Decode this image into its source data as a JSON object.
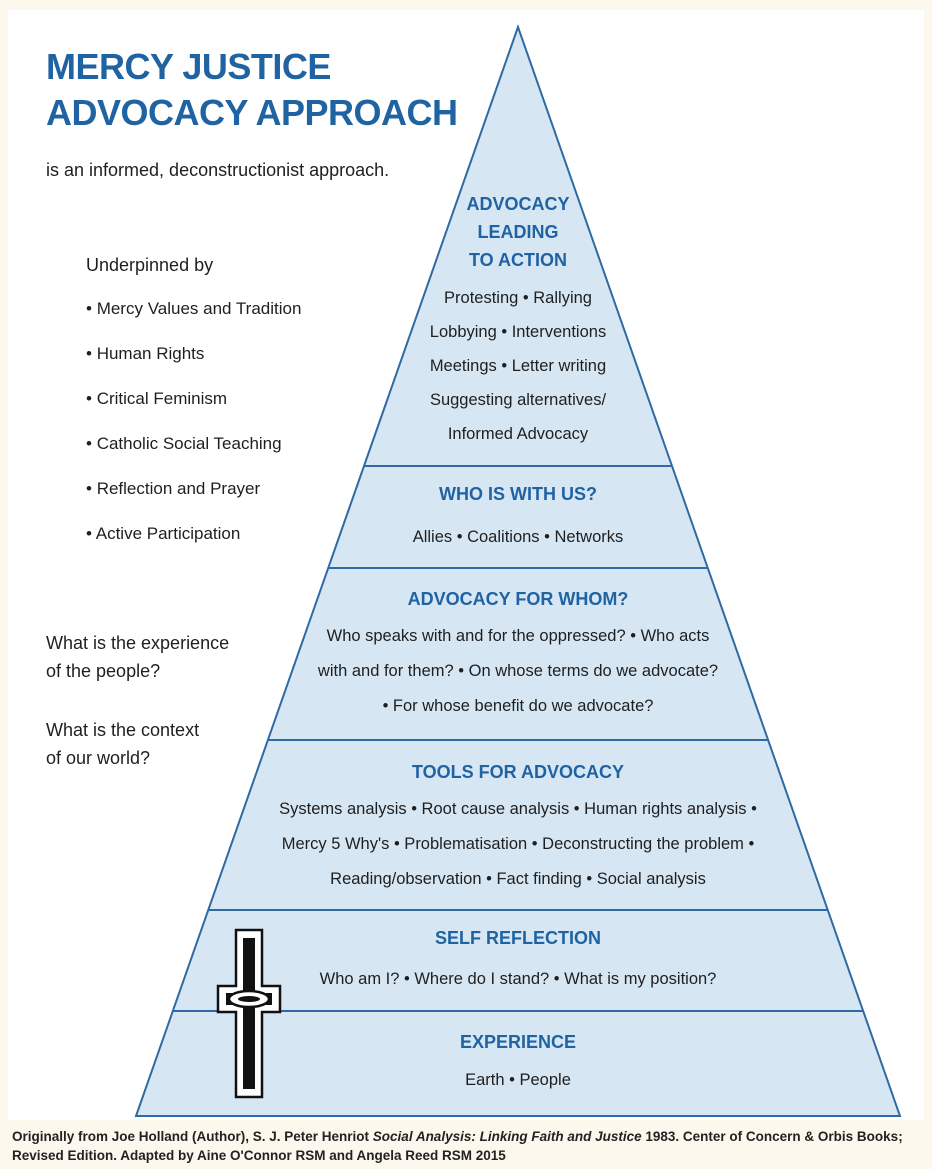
{
  "title": {
    "line1": "MERCY JUSTICE",
    "line2": "ADVOCACY APPROACH",
    "subtitle": "is an informed, deconstructionist approach."
  },
  "underpinned": {
    "heading": "Underpinned by",
    "items": [
      "Mercy Values and Tradition",
      "Human Rights",
      "Critical Feminism",
      "Catholic Social Teaching",
      "Reflection and Prayer",
      "Active Participation"
    ]
  },
  "questions": {
    "q1_line1": "What is the experience",
    "q1_line2": "of the people?",
    "q2_line1": "What is the context",
    "q2_line2": "of our world?"
  },
  "pyramid": {
    "tiers": [
      {
        "heading_lines": [
          "ADVOCACY",
          "LEADING",
          "TO ACTION"
        ],
        "body_lines": [
          "Protesting • Rallying",
          "Lobbying • Interventions",
          "Meetings • Letter writing",
          "Suggesting alternatives/",
          "Informed Advocacy"
        ]
      },
      {
        "heading": "WHO IS WITH US?",
        "body_lines": [
          "Allies • Coalitions • Networks"
        ]
      },
      {
        "heading": "ADVOCACY FOR WHOM?",
        "body_lines": [
          "Who speaks with and for the oppressed? • Who acts",
          "with and for them? • On whose terms do we advocate?",
          "• For whose benefit do we advocate?"
        ]
      },
      {
        "heading": "TOOLS FOR ADVOCACY",
        "body_lines": [
          "Systems analysis • Root cause analysis • Human rights analysis •",
          "Mercy 5 Why's • Problematisation • Deconstructing the problem •",
          "Reading/observation • Fact finding • Social analysis"
        ]
      },
      {
        "heading": "SELF REFLECTION",
        "body_lines": [
          "Who am I? • Where do I stand? • What is my position?"
        ]
      },
      {
        "heading": "EXPERIENCE",
        "body_lines": [
          "Earth • People"
        ]
      }
    ],
    "cross_icon": "mercy-cross-icon"
  },
  "footer": {
    "part1": "Originally from Joe Holland (Author), S. J. Peter Henriot ",
    "book_title": "Social Analysis: Linking Faith and Justice",
    "part2": " 1983. Center of Concern & Orbis Books; Revised Edition. Adapted by Aine O'Connor RSM and Angela Reed RSM 2015"
  },
  "colors": {
    "pyramid_fill": "#d6e6f3",
    "pyramid_stroke": "#2f6aa3",
    "heading_blue": "#1f63a3"
  }
}
